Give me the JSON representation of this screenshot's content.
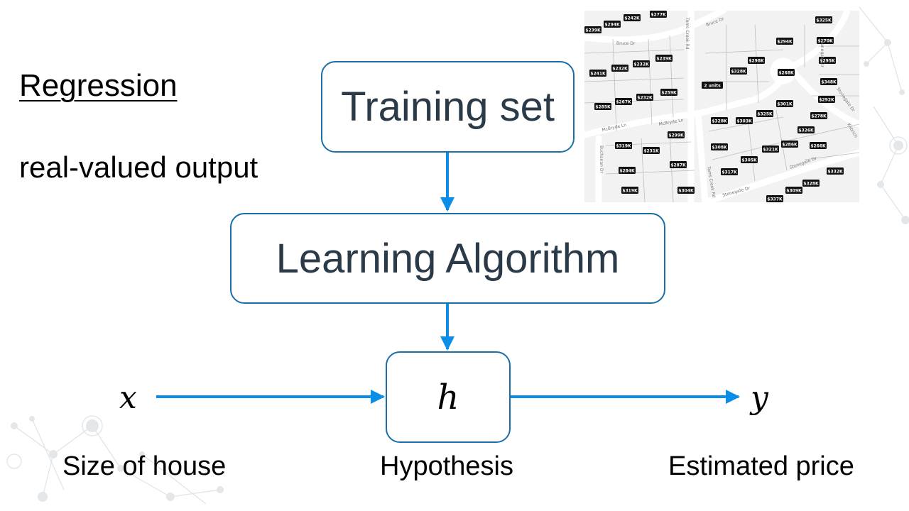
{
  "heading": "Regression",
  "subtitle": "real-valued output",
  "boxes": {
    "training": "Training set",
    "learning": "Learning Algorithm",
    "hypothesis": "h"
  },
  "variables": {
    "input": "x",
    "output": "y"
  },
  "captions": {
    "input": "Size of house",
    "hypothesis": "Hypothesis",
    "output": "Estimated price"
  },
  "map": {
    "streets": [
      "Toms Creek Rd",
      "Bruce Dr",
      "Bruce Dr",
      "McBryde Ln",
      "McBryde Ln",
      "Buchanan Dr",
      "Toms Creek Rd",
      "Stonegate Dr",
      "Stonegate Dr",
      "Stonegate Dr",
      "Stonegate Dr",
      "Kabrich"
    ],
    "price_tags": [
      "$239K",
      "$294K",
      "$242K",
      "$277K",
      "$325K",
      "$270K",
      "$294K",
      "$295K",
      "$348K",
      "$241K",
      "$232K",
      "$232K",
      "$239K",
      "$298K",
      "$328K",
      "$268K",
      "2 units",
      "$285K",
      "$267K",
      "$232K",
      "$259K",
      "$292K",
      "$301K",
      "$278K",
      "$328K",
      "$303K",
      "$325K",
      "$326K",
      "$299K",
      "$319K",
      "$231K",
      "$308K",
      "$286K",
      "$321K",
      "$305K",
      "$266K",
      "$287K",
      "$284K",
      "$317K",
      "$332K",
      "$319K",
      "$304K",
      "$328K",
      "$309K",
      "$337K"
    ]
  },
  "colors": {
    "arrow": "#0a8ee6",
    "box_border": "#1a6fa8",
    "box_text": "#2a3a48"
  }
}
